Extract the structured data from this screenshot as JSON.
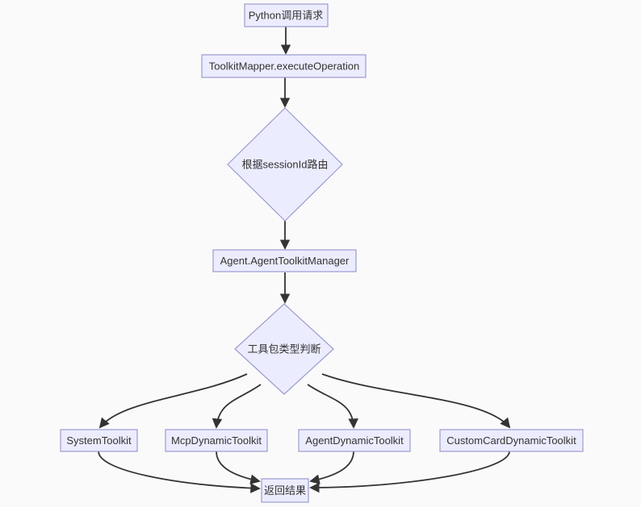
{
  "diagram": {
    "type": "flowchart",
    "direction": "top-down",
    "nodes": [
      {
        "id": "start",
        "shape": "rect",
        "label": "Python调用请求"
      },
      {
        "id": "execute",
        "shape": "rect",
        "label": "ToolkitMapper.executeOperation"
      },
      {
        "id": "route",
        "shape": "diamond",
        "label": "根据sessionId路由"
      },
      {
        "id": "manager",
        "shape": "rect",
        "label": "Agent.AgentToolkitManager"
      },
      {
        "id": "typecheck",
        "shape": "diamond",
        "label": "工具包类型判断"
      },
      {
        "id": "system",
        "shape": "rect",
        "label": "SystemToolkit"
      },
      {
        "id": "mcp",
        "shape": "rect",
        "label": "McpDynamicToolkit"
      },
      {
        "id": "agent",
        "shape": "rect",
        "label": "AgentDynamicToolkit"
      },
      {
        "id": "customcard",
        "shape": "rect",
        "label": "CustomCardDynamicToolkit"
      },
      {
        "id": "result",
        "shape": "rect",
        "label": "返回结果"
      }
    ],
    "edges": [
      {
        "from": "start",
        "to": "execute"
      },
      {
        "from": "execute",
        "to": "route"
      },
      {
        "from": "route",
        "to": "manager"
      },
      {
        "from": "manager",
        "to": "typecheck"
      },
      {
        "from": "typecheck",
        "to": "system"
      },
      {
        "from": "typecheck",
        "to": "mcp"
      },
      {
        "from": "typecheck",
        "to": "agent"
      },
      {
        "from": "typecheck",
        "to": "customcard"
      },
      {
        "from": "system",
        "to": "result"
      },
      {
        "from": "mcp",
        "to": "result"
      },
      {
        "from": "agent",
        "to": "result"
      },
      {
        "from": "customcard",
        "to": "result"
      }
    ],
    "colors": {
      "node_fill": "#ECECFF",
      "node_border": "#9b9bd0",
      "edge": "#333333",
      "text": "#333333",
      "background": "#fbfafa"
    }
  }
}
